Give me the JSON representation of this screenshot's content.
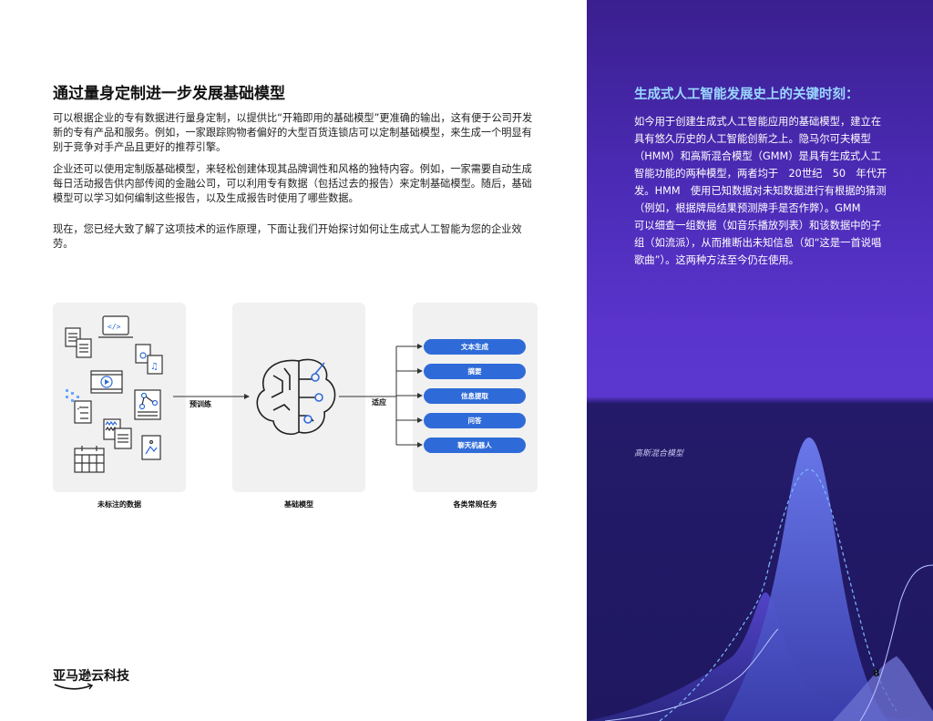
{
  "left": {
    "title": "通过量身定制进一步发展基础模型",
    "paragraphs": [
      "可以根据企业的专有数据进行量身定制，以提供比“开箱即用的基础模型”更准确的输出，这有便于公司开发新的专有产品和服务。例如，一家跟踪购物者偏好的大型百货连锁店可以定制基础模型，来生成一个明显有别于竞争对手产品且更好的推荐引擎。",
      "企业还可以使用定制版基础模型，来轻松创建体现其品牌调性和风格的独特内容。例如，一家需要自动生成每日活动报告供内部传阅的金融公司，可以利用专有数据（包括过去的报告）来定制基础模型。随后，基础模型可以学习如何编制这些报告，以及生成报告时使用了哪些数据。",
      "现在，您已经大致了解了这项技术的运作原理，下面让我们开始探讨如何让生成式人工智能为您的企业效劳。"
    ],
    "diagram": {
      "captions": [
        "未标注的数据",
        "基础模型",
        "各类常规任务"
      ],
      "arrow_labels": [
        "预训练",
        "适应"
      ],
      "tasks": [
        "文本生成",
        "摘要",
        "信息提取",
        "问答",
        "聊天机器人"
      ]
    },
    "logo_text": "亚马逊云科技"
  },
  "right": {
    "title": "生成式人工智能发展史上的关键时刻：",
    "body": "如今用于创建生成式人工智能应用的基础模型，建立在具有悠久历史的人工智能创新之上。隐马尔可夫模型（HMM）和高斯混合模型（GMM）是具有生成式人工智能功能的两种模型，两者均于　20世纪　50　年代开发。HMM　使用已知数据对未知数据进行有根据的猜测（例如，根据牌局结果预测牌手是否作弊）。GMM　　可以细查一组数据（如音乐播放列表）和该数据中的子组（如流派），从而推断出未知信息（如“这是一首说唱歌曲”）。这两种方法至今仍在使用。",
    "chart_caption": "高斯混合模型",
    "page_number": "8"
  },
  "colors": {
    "task_pill": "#2f6bd8",
    "icon_blue": "#2f6bd8",
    "right_title": "#9ad7ff"
  }
}
